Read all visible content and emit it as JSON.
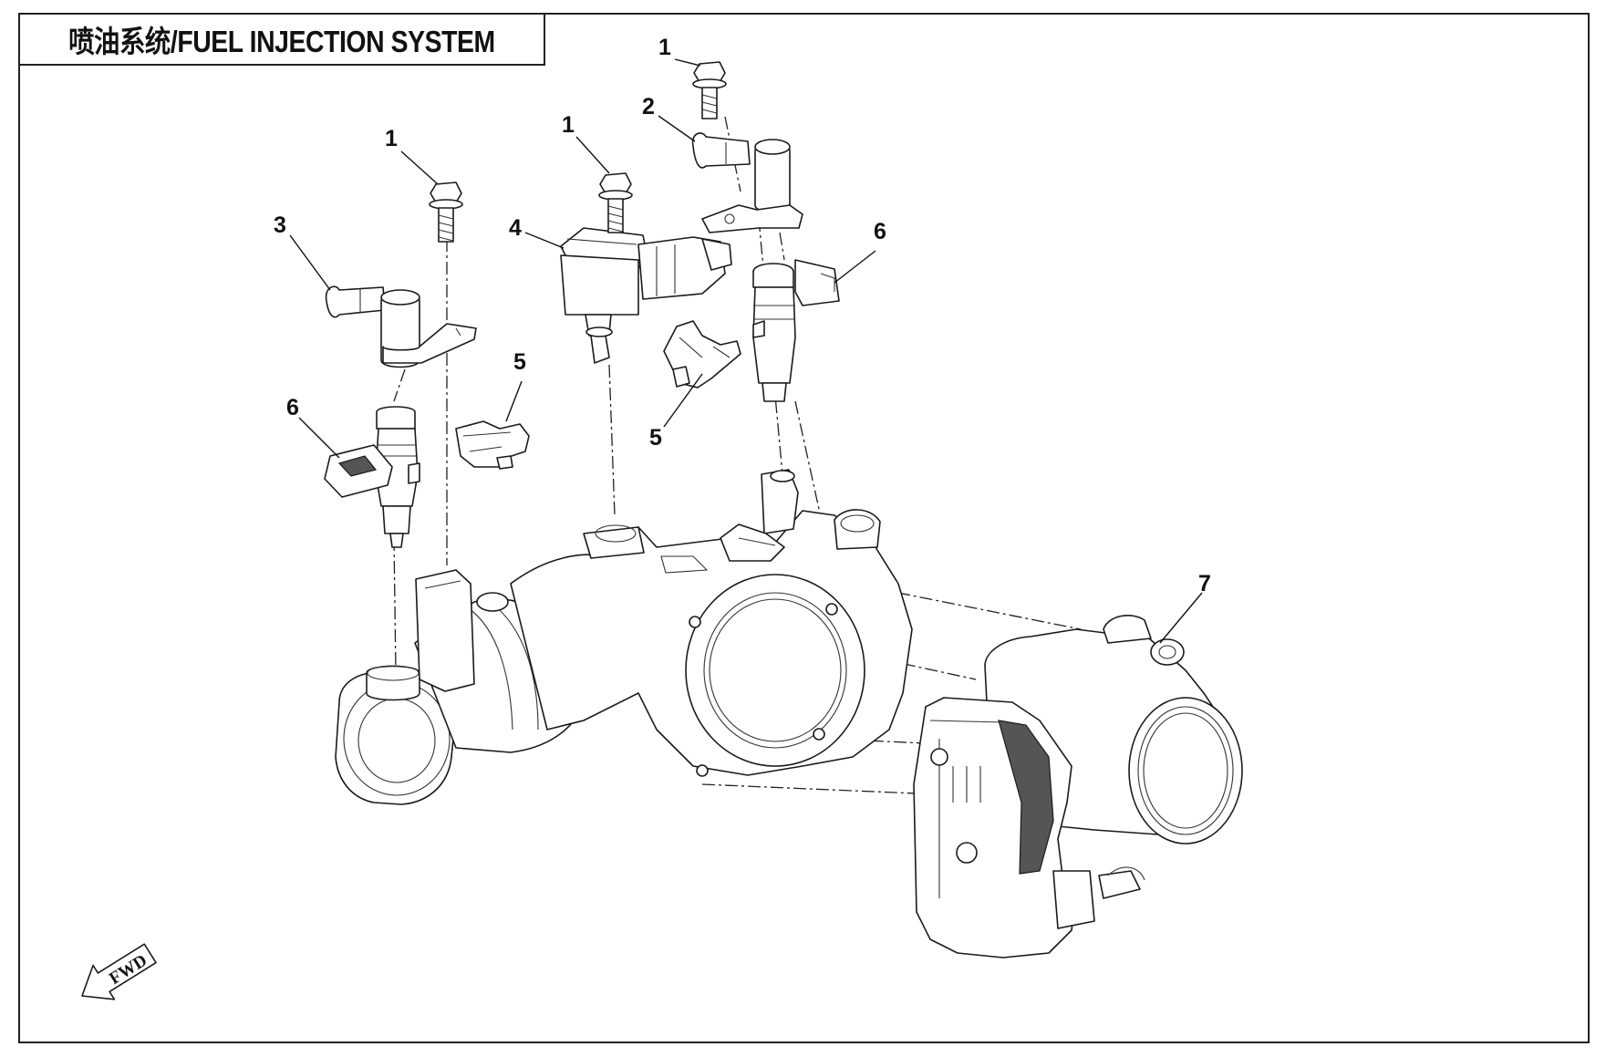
{
  "title": "喷油系统/FUEL INJECTION SYSTEM",
  "callouts": [
    {
      "id": "c1a",
      "label": "1"
    },
    {
      "id": "c1b",
      "label": "1"
    },
    {
      "id": "c1c",
      "label": "1"
    },
    {
      "id": "c2",
      "label": "2"
    },
    {
      "id": "c3",
      "label": "3"
    },
    {
      "id": "c4",
      "label": "4"
    },
    {
      "id": "c5a",
      "label": "5"
    },
    {
      "id": "c5b",
      "label": "5"
    },
    {
      "id": "c6a",
      "label": "6"
    },
    {
      "id": "c6b",
      "label": "6"
    },
    {
      "id": "c7",
      "label": "7"
    }
  ],
  "direction_arrow": {
    "label": "FWD"
  }
}
